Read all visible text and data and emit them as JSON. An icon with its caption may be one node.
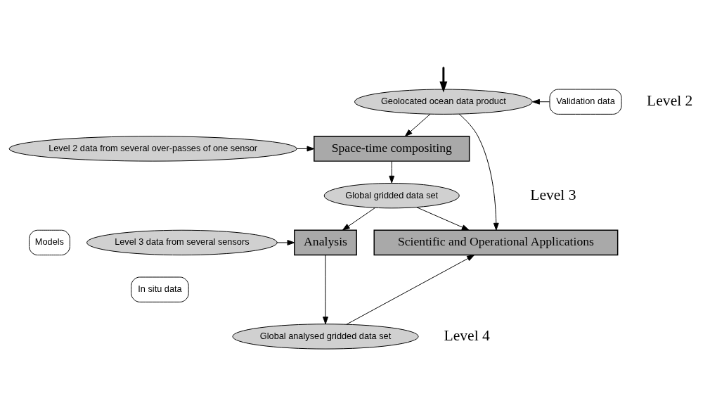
{
  "diagram": {
    "nodes": [
      {
        "text": [
          "Geolocated ocean data product"
        ]
      },
      {
        "text": [
          "Validation data"
        ]
      },
      {
        "text": [
          "Level 2 data from several over-passes of one sensor"
        ]
      },
      {
        "text": [
          "Space-time compositing"
        ]
      },
      {
        "text": [
          "Global gridded data set"
        ]
      },
      {
        "text": [
          "Models"
        ]
      },
      {
        "text": [
          "Level 3 data from several sensors"
        ]
      },
      {
        "text": [
          "Analysis"
        ]
      },
      {
        "text": [
          "In situ data"
        ]
      },
      {
        "text": [
          "Scientific and Operational Applications"
        ]
      },
      {
        "text": [
          "Global analysed gridded data set"
        ]
      }
    ],
    "edges": [
      {
        "from": null,
        "to": 0,
        "arrow": "to",
        "style": "thick"
      },
      {
        "from": 1,
        "to": 0,
        "arrow": "to"
      },
      {
        "from": 0,
        "to": 3,
        "arrow": "to"
      },
      {
        "from": 0,
        "to": 9,
        "arrow": "to"
      },
      {
        "from": 2,
        "to": 3,
        "arrow": "to"
      },
      {
        "from": 3,
        "to": 4,
        "arrow": "to"
      },
      {
        "from": 4,
        "to": 9,
        "arrow": "to"
      },
      {
        "from": 4,
        "to": 7,
        "arrow": "to"
      },
      {
        "from": 6,
        "to": 7,
        "arrow": "to"
      },
      {
        "from": 7,
        "to": 10,
        "arrow": "to"
      },
      {
        "from": 10,
        "to": 9,
        "arrow": "to"
      }
    ],
    "labels": [
      "Level 2",
      "Level 3",
      "Level 4"
    ]
  }
}
